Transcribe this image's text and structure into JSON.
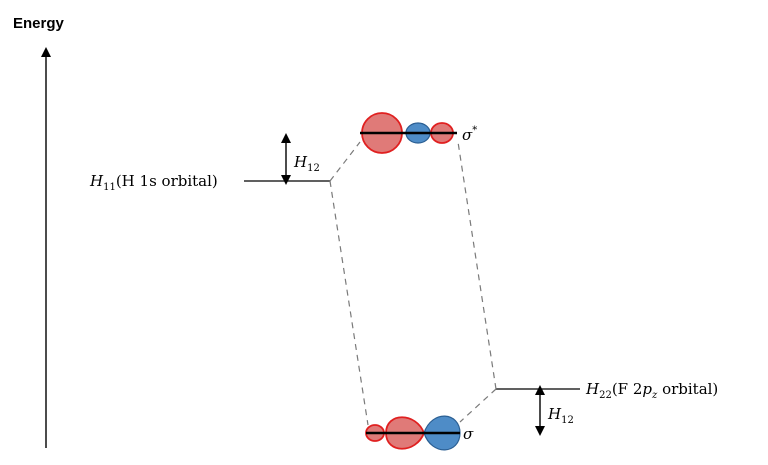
{
  "axis": {
    "title": "Energy"
  },
  "levels": {
    "h11": {
      "symbol": "H",
      "subscript": "11",
      "text": "(H 1s orbital)"
    },
    "h22": {
      "symbol": "H",
      "subscript": "22",
      "text_before": "(F 2",
      "p": "p",
      "p_sub": "z",
      "text_after": " orbital)"
    }
  },
  "gaps": {
    "upper": {
      "symbol": "H",
      "subscript": "12"
    },
    "lower": {
      "symbol": "H",
      "subscript": "12"
    }
  },
  "orbitals": {
    "antibonding": {
      "label": "σ",
      "superscript": "*"
    },
    "bonding": {
      "label": "σ"
    }
  },
  "colors": {
    "h_lobe_fill": "#e07a78",
    "h_lobe_stroke": "#e02020",
    "f_lobe_fill": "#4e8cc7",
    "f_lobe_stroke": "#2b5f93"
  }
}
